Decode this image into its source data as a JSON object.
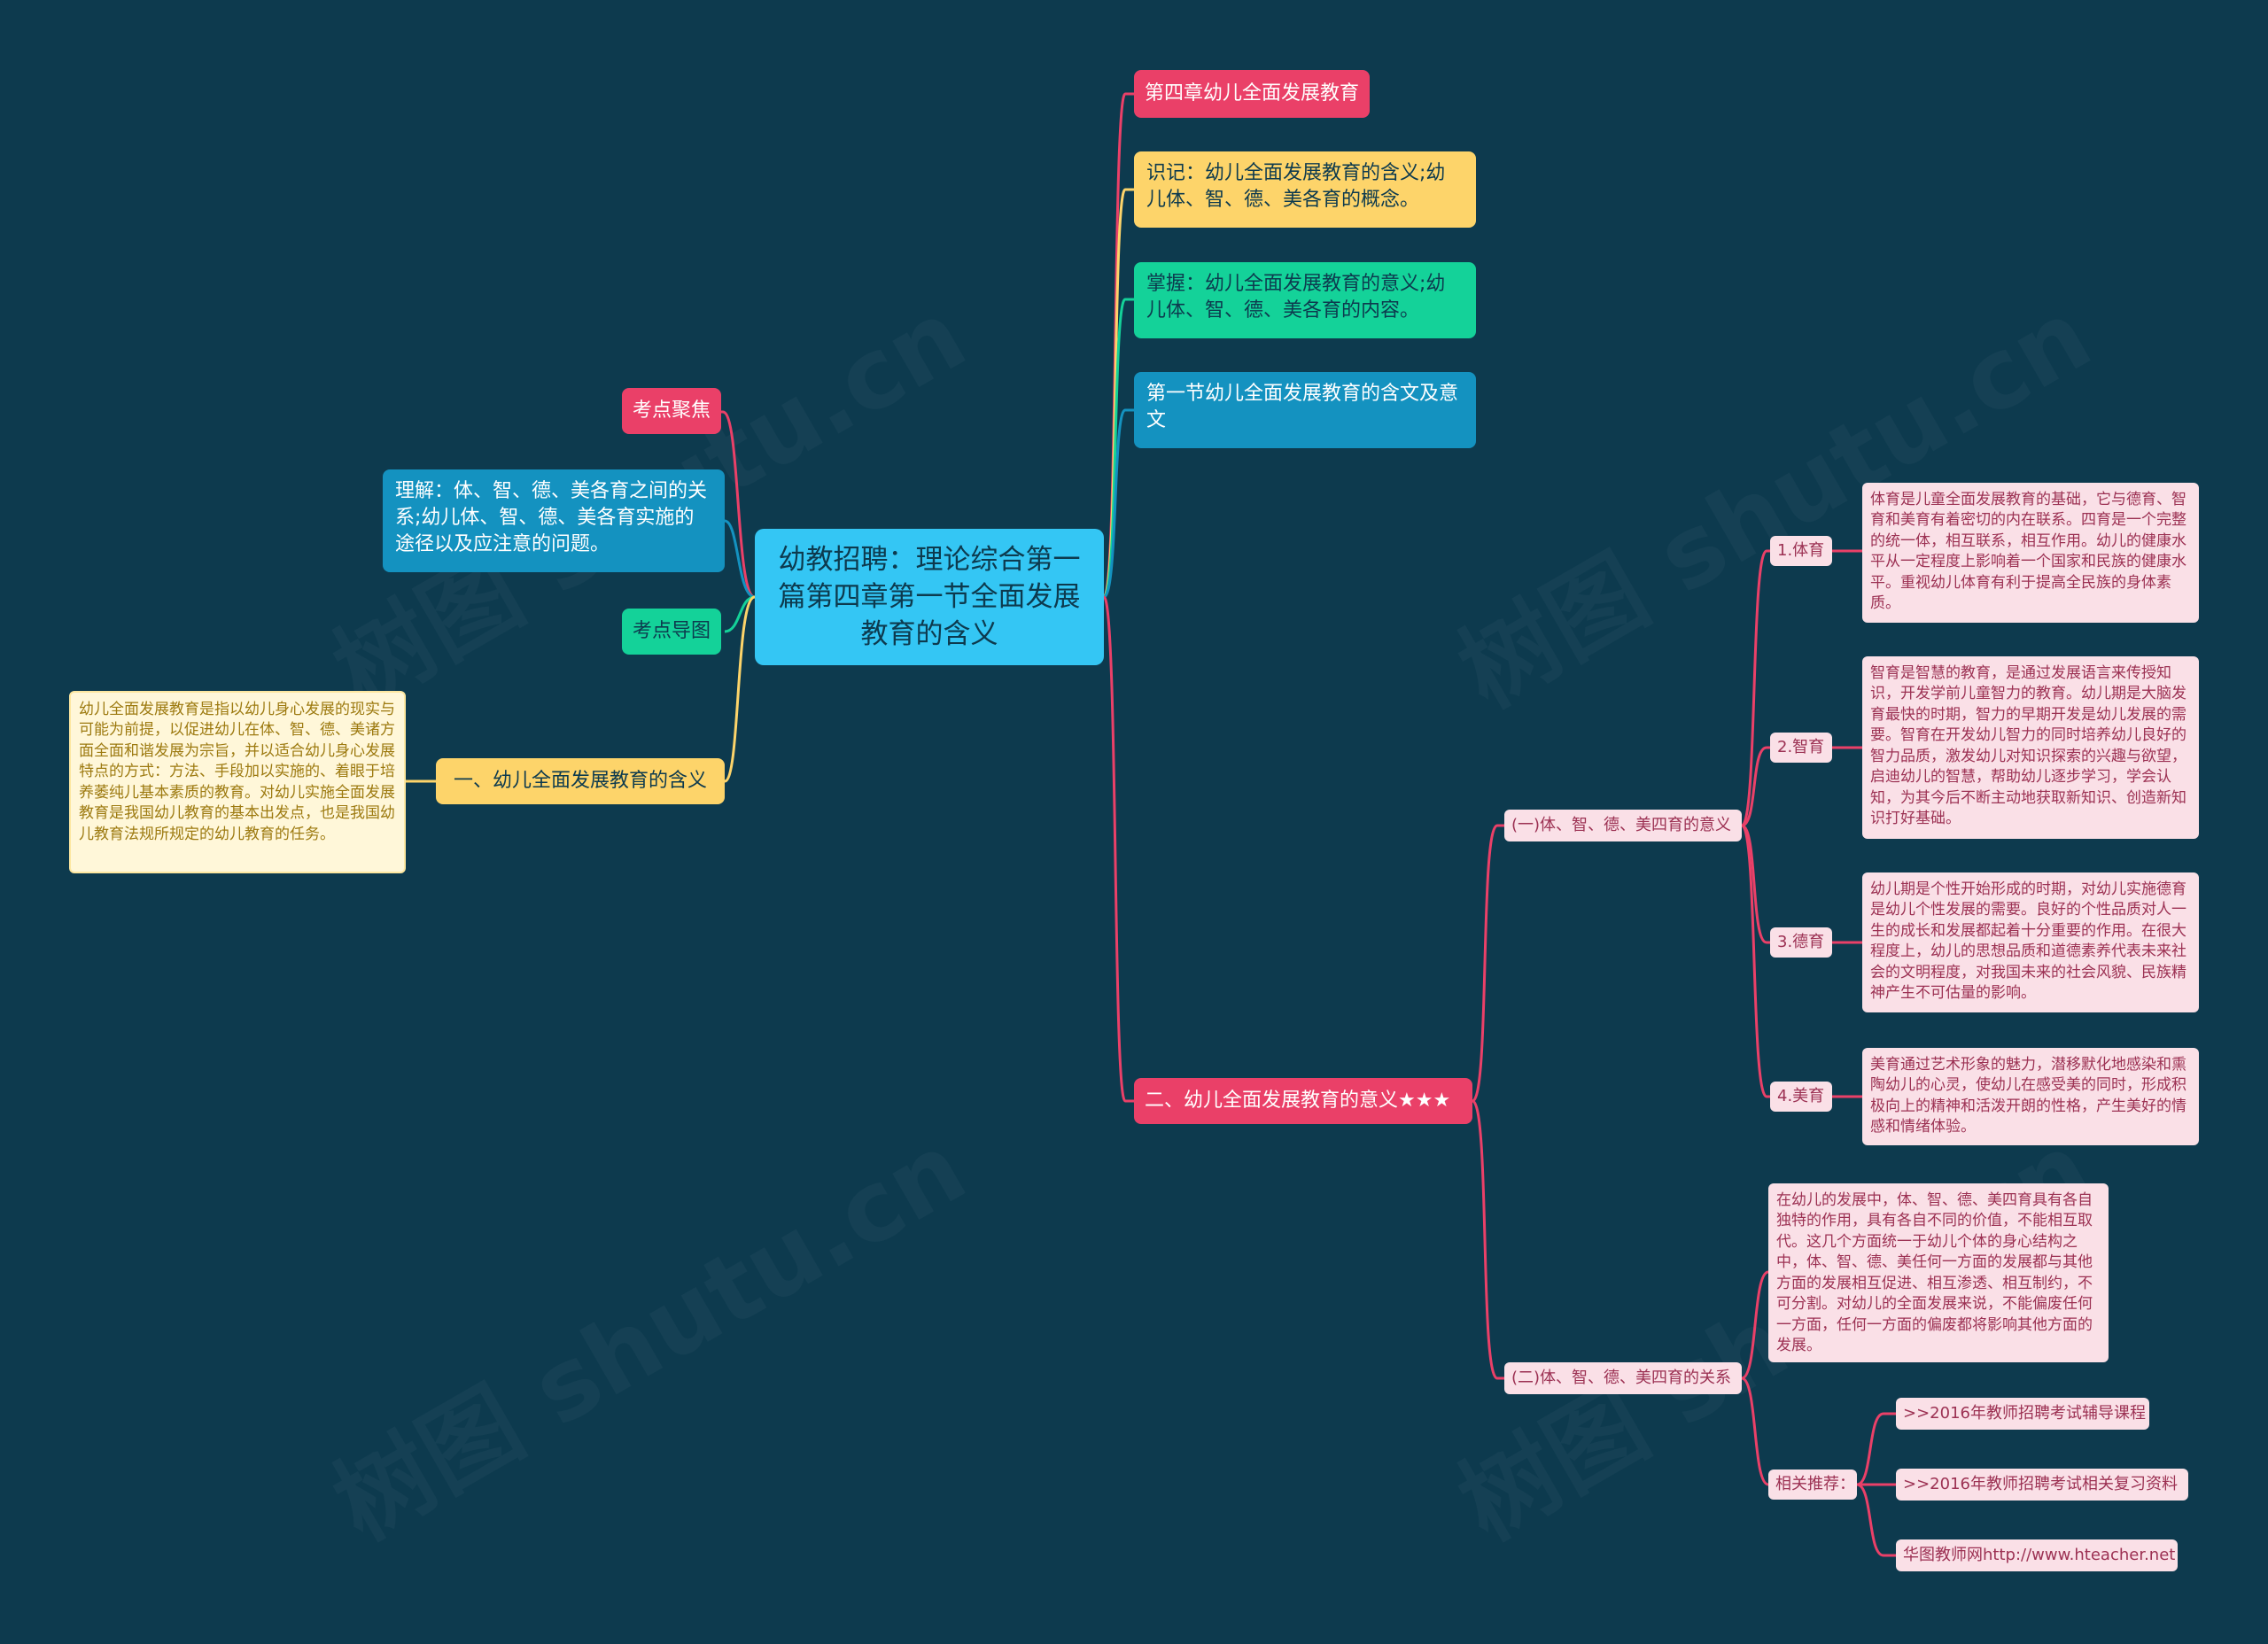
{
  "center": {
    "title": "幼教招聘：理论综合第一篇第四章第一节全面发展教育的含义"
  },
  "left": {
    "kaodian_jujiao": "考点聚焦",
    "lijie": "理解：体、智、德、美各育之间的关系;幼儿体、智、德、美各育实施的途径以及应注意的问题。",
    "kaodian_daotu": "考点导图",
    "hanyi_label": "一、幼儿全面发展教育的含义",
    "hanyi_detail": "幼儿全面发展教育是指以幼儿身心发展的现实与可能为前提，以促进幼儿在体、智、德、美诸方面全面和谐发展为宗旨，并以适合幼儿身心发展特点的方式：方法、手段加以实施的、着眼于培养萎纯儿基本素质的教育。对幼儿实施全面发展教育是我国幼儿教育的基本出发点，也是我国幼儿教育法规所规定的幼儿教育的任务。"
  },
  "right": {
    "chapter": "第四章幼儿全面发展教育",
    "shiji": "识记：幼儿全面发展教育的含义;幼儿体、智、德、美各育的概念。",
    "zhangwo": "掌握：幼儿全面发展教育的意义;幼儿体、智、德、美各育的内容。",
    "section": "第一节幼儿全面发展教育的含文及意文",
    "yiyi_label": "二、幼儿全面发展教育的意义★★★",
    "sub1": {
      "label": "(一)体、智、德、美四育的意义",
      "items": [
        {
          "label": "1.体育",
          "text": "体育是儿童全面发展教育的基础，它与德育、智育和美育有着密切的内在联系。四育是一个完整的统一体，相互联系，相互作用。幼儿的健康水平从一定程度上影响着一个国家和民族的健康水平。重视幼儿体育有利于提高全民族的身体素质。"
        },
        {
          "label": "2.智育",
          "text": "智育是智慧的教育，是通过发展语言来传授知识，开发学前儿童智力的教育。幼儿期是大脑发育最快的时期，智力的早期开发是幼儿发展的需要。智育在开发幼儿智力的同时培养幼儿良好的智力品质，激发幼儿对知识探索的兴趣与欲望，启迪幼儿的智慧，帮助幼儿逐步学习，学会认知，为其今后不断主动地获取新知识、创造新知识打好基础。"
        },
        {
          "label": "3.德育",
          "text": "幼儿期是个性开始形成的时期，对幼儿实施德育是幼儿个性发展的需要。良好的个性品质对人一生的成长和发展都起着十分重要的作用。在很大程度上，幼儿的思想品质和道德素养代表未来社会的文明程度，对我国未来的社会风貌、民族精神产生不可估量的影响。"
        },
        {
          "label": "4.美育",
          "text": "美育通过艺术形象的魅力，潜移默化地感染和熏陶幼儿的心灵，使幼儿在感受美的同时，形成积极向上的精神和活泼开朗的性格，产生美好的情感和情绪体验。"
        }
      ]
    },
    "sub2": {
      "label": "(二)体、智、德、美四育的关系",
      "text": "在幼儿的发展中，体、智、德、美四育具有各自独特的作用，具有各自不同的价值，不能相互取代。这几个方面统一于幼儿个体的身心结构之中，体、智、德、美任何一方面的发展都与其他方面的发展相互促进、相互渗透、相互制约，不可分割。对幼儿的全面发展来说，不能偏废任何一方面，任何一方面的偏废都将影响其他方面的发展。",
      "related_label": "相关推荐：",
      "links": [
        ">>2016年教师招聘考试辅导课程",
        ">>2016年教师招聘考试相关复习资料",
        "华图教师网http://www.hteacher.net"
      ]
    }
  },
  "colors": {
    "background": "#0d3a4e",
    "center": "#34c6f4",
    "red": "#ea4068",
    "yellow": "#fdd46a",
    "green": "#14d299",
    "teal": "#1492c0",
    "pink": "#fae0e7"
  }
}
